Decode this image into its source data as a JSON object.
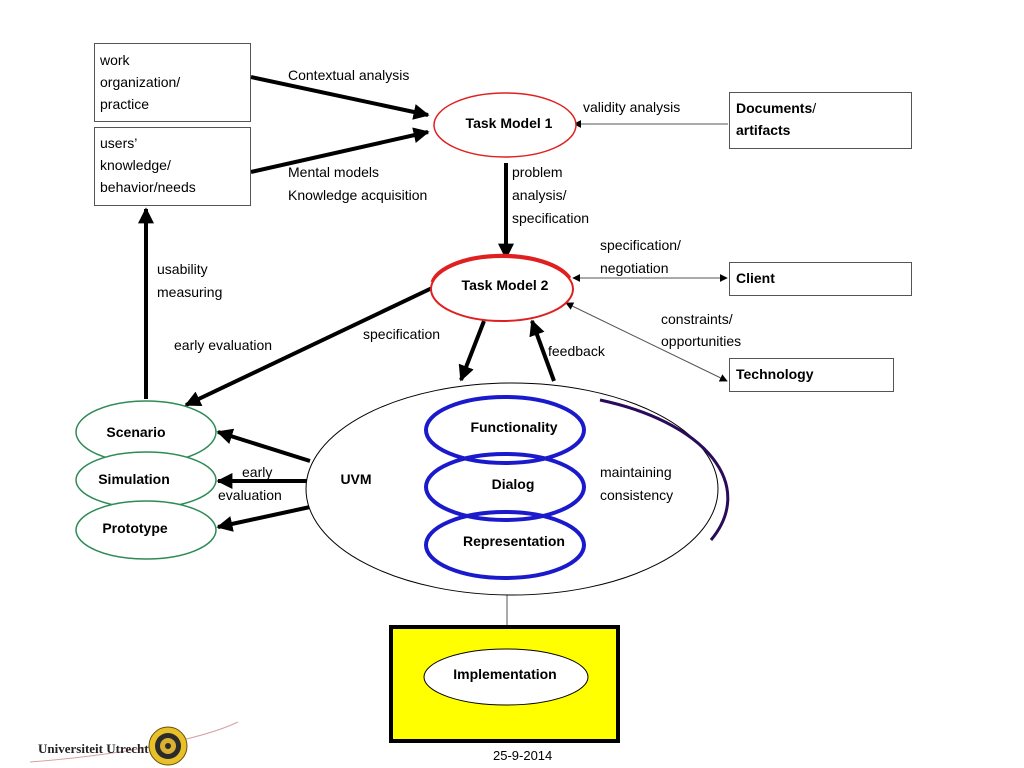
{
  "boxes": {
    "work_org": [
      "work",
      "organization/",
      "practice"
    ],
    "users": [
      "users’",
      "knowledge/",
      "behavior/needs"
    ],
    "documents": {
      "bold_part": "Documents",
      "plain_part": "/",
      "line2": "artifacts"
    },
    "client": "Client",
    "technology": "Technology"
  },
  "nodes": {
    "task_model_1": "Task Model 1",
    "task_model_2": "Task Model 2",
    "functionality": "Functionality",
    "dialog": "Dialog",
    "representation": "Representation",
    "uvm": "UVM",
    "scenario": "Scenario",
    "simulation": "Simulation",
    "prototype": "Prototype",
    "implementation": "Implementation"
  },
  "edge_labels": {
    "contextual_analysis": "Contextual analysis",
    "mental_models": [
      "Mental models",
      "Knowledge acquisition"
    ],
    "validity_analysis": "validity analysis",
    "problem_analysis": [
      "problem",
      "analysis/",
      "specification"
    ],
    "spec_negotiation": [
      "specification/",
      "negotiation"
    ],
    "constraints": [
      "constraints/",
      "opportunities"
    ],
    "usability": [
      "usability",
      "measuring"
    ],
    "early_evaluation_top": "early evaluation",
    "specification": "specification",
    "feedback": "feedback",
    "early_evaluation_mid": [
      "early",
      "evaluation"
    ],
    "maintaining": [
      "maintaining",
      "consistency"
    ]
  },
  "footer": {
    "brand": "Universiteit Utrecht",
    "date": "25-9-2014"
  },
  "colors": {
    "task_model_stroke": "#e02020",
    "uvm_component_stroke": "#1a1acc",
    "output_stroke": "#2e8b57",
    "implementation_fill": "#ffff00",
    "uvm_edge_dark": "#2a0a5a"
  }
}
